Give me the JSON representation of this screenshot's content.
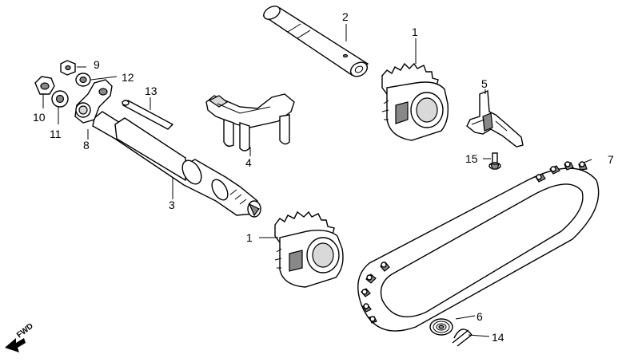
{
  "diagram": {
    "callouts": {
      "p1_top": "1",
      "p1_bottom": "1",
      "p2": "2",
      "p3": "3",
      "p4": "4",
      "p5": "5",
      "p6": "6",
      "p7": "7",
      "p8": "8",
      "p9": "9",
      "p10": "10",
      "p11": "11",
      "p12": "12",
      "p13": "13",
      "p14": "14",
      "p15": "15"
    },
    "fwd_label": "FWD"
  }
}
